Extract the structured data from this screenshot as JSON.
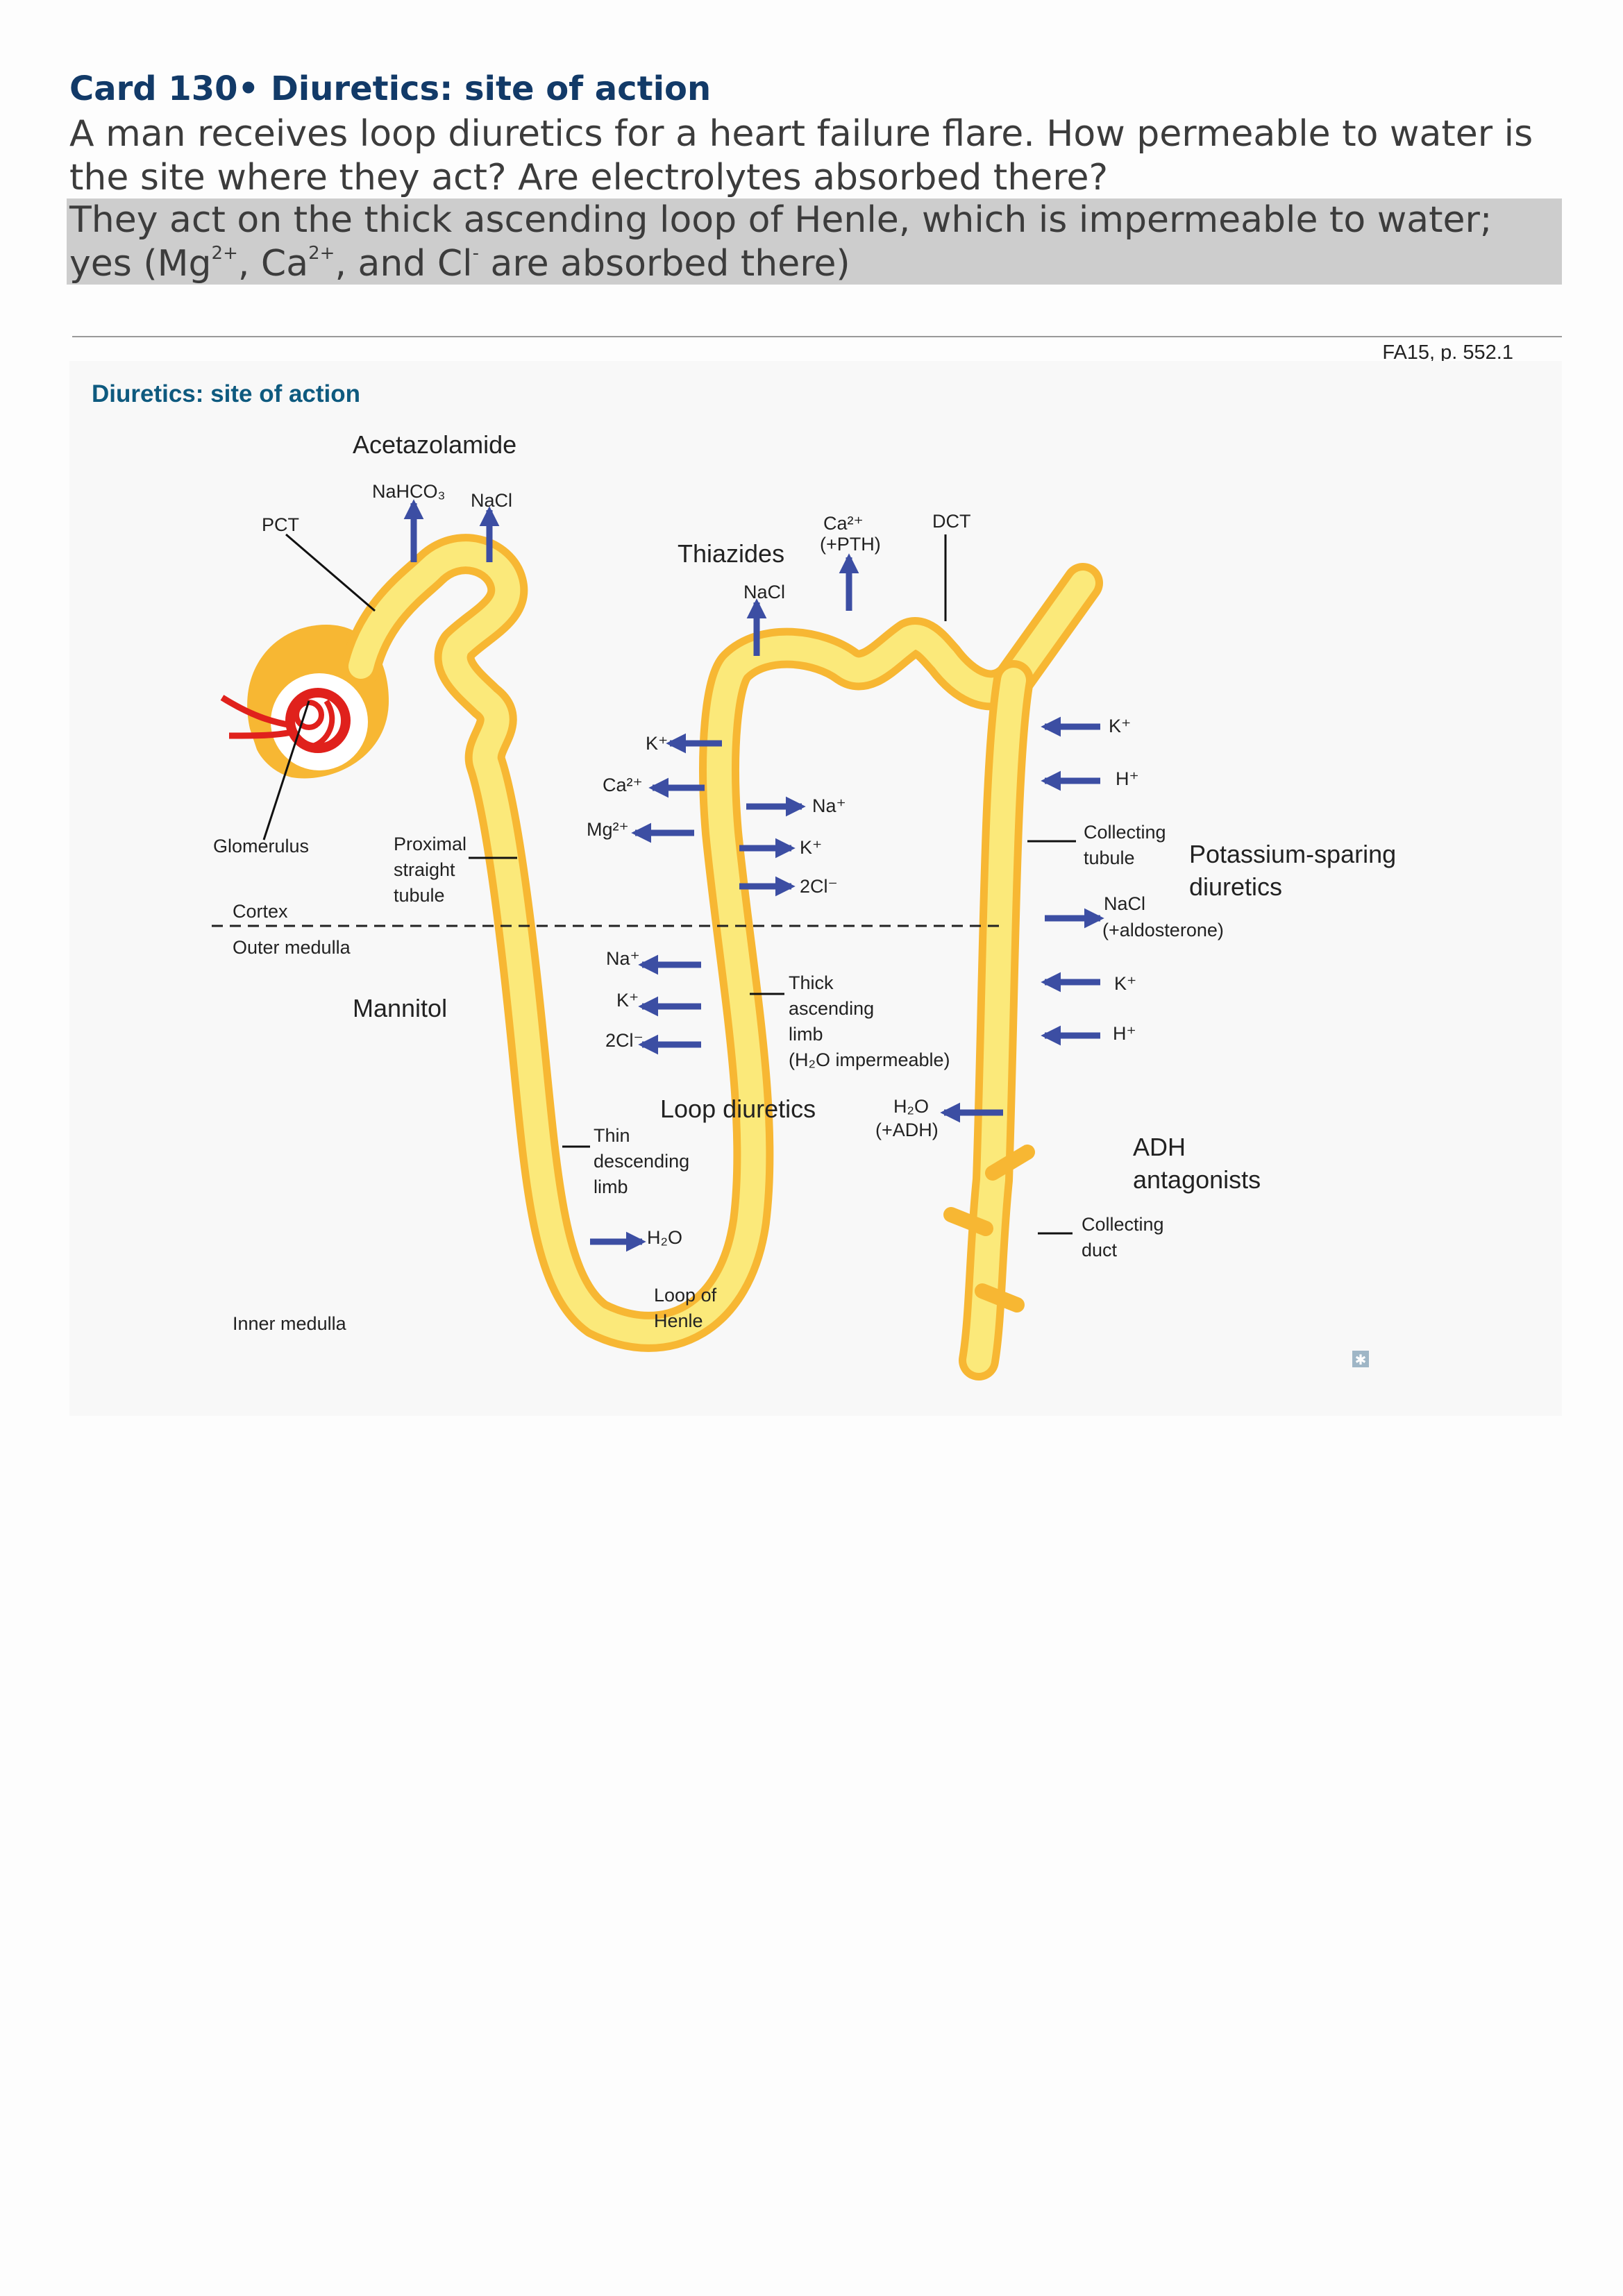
{
  "card": {
    "title": "Card 130• Diuretics: site of action",
    "question": "A man receives loop diuretics for a heart failure flare. How permeable to water is the site where they act? Are electrolytes absorbed there?",
    "answer_part1": "They act on the thick ascending loop of Henle, which is impermeable to water;",
    "answer_part2_a": "yes (Mg",
    "answer_sup1": "2+",
    "answer_part2_b": ", Ca",
    "answer_sup2": "2+",
    "answer_part2_c": ", and Cl",
    "answer_sup3": "-",
    "answer_part2_d": " are absorbed there)"
  },
  "reference": "FA15, p. 552.1",
  "figure": {
    "title": "Diuretics: site of action",
    "drugs": {
      "acetazolamide": "Acetazolamide",
      "thiazides": "Thiazides",
      "mannitol": "Mannitol",
      "loop_diuretics": "Loop diuretics",
      "potassium_sparing_1": "Potassium-sparing",
      "potassium_sparing_2": "diuretics",
      "adh_antagonists_1": "ADH",
      "adh_antagonists_2": "antagonists"
    },
    "structures": {
      "pct": "PCT",
      "dct": "DCT",
      "glomerulus": "Glomerulus",
      "proximal_straight_1": "Proximal",
      "proximal_straight_2": "straight",
      "proximal_straight_3": "tubule",
      "thin_desc_1": "Thin",
      "thin_desc_2": "descending",
      "thin_desc_3": "limb",
      "thick_asc_1": "Thick",
      "thick_asc_2": "ascending",
      "thick_asc_3": "limb",
      "thick_asc_4": "(H₂O impermeable)",
      "loop_of_henle_1": "Loop of",
      "loop_of_henle_2": "Henle",
      "collecting_tubule_1": "Collecting",
      "collecting_tubule_2": "tubule",
      "collecting_duct_1": "Collecting",
      "collecting_duct_2": "duct"
    },
    "regions": {
      "cortex": "Cortex",
      "outer_medulla": "Outer medulla",
      "inner_medulla": "Inner medulla"
    },
    "ions": {
      "nahco3": "NaHCO₃",
      "nacl_pct": "NaCl",
      "nacl_dct": "NaCl",
      "ca_dct": "Ca²⁺",
      "pth": "(+PTH)",
      "k_tal": "K⁺",
      "ca_tal": "Ca²⁺",
      "mg_tal": "Mg²⁺",
      "na_in": "Na⁺",
      "k_in": "K⁺",
      "cl_in": "2Cl⁻",
      "na_med": "Na⁺",
      "k_med": "K⁺",
      "cl_med": "2Cl⁻",
      "k_ct1": "K⁺",
      "h_ct1": "H⁺",
      "nacl_ct": "NaCl",
      "aldosterone": "(+aldosterone)",
      "k_ct2": "K⁺",
      "h_ct2": "H⁺",
      "h2o_cd": "H₂O",
      "adh": "(+ADH)",
      "h2o_thin": "H₂O"
    },
    "colors": {
      "tubule_fill": "#fbe97a",
      "tubule_wall": "#f7b733",
      "arrow": "#3c4ea3",
      "glomerulus": "#e0211c",
      "heading": "#0e5a7f"
    }
  }
}
